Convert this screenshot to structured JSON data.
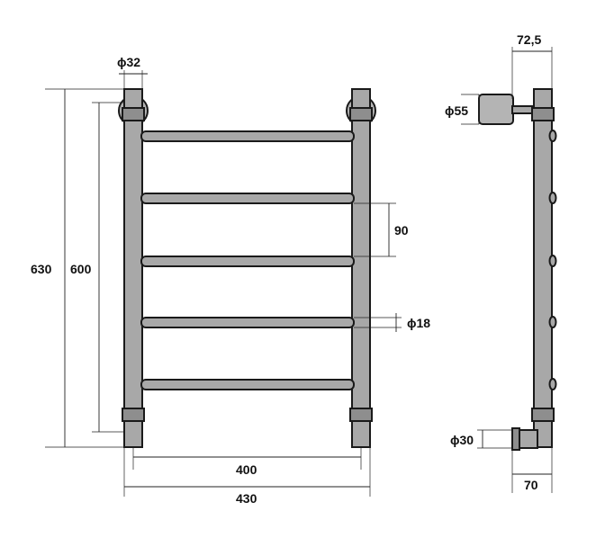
{
  "dimensions": {
    "pipe_diameter": "32",
    "overall_height": "630",
    "inner_height": "600",
    "rung_pitch": "90",
    "rung_diameter": "18",
    "center_width": "400",
    "overall_width": "430",
    "wall_offset_top": "72,5",
    "flange_diameter": "55",
    "bottom_connector_diameter": "30",
    "wall_offset_bottom": "70"
  },
  "symbols": {
    "diameter": "ϕ"
  },
  "colors": {
    "metal": "#a8a8a8",
    "outline": "#1a1a1a",
    "text": "#111111"
  }
}
